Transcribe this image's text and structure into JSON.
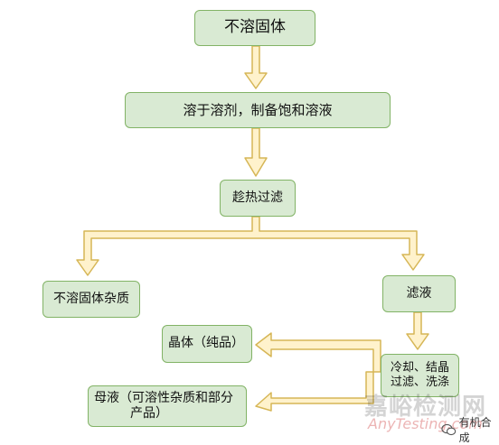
{
  "nodes": {
    "insoluble_solid": "不溶固体",
    "dissolve": "溶于溶剂，制备饱和溶液",
    "hot_filter": "趁热过滤",
    "insoluble_impurity": "不溶固体杂质",
    "filtrate": "滤液",
    "cool_line1": "冷却、结晶",
    "cool_line2": "过滤、洗涤",
    "crystal": "晶体（纯品）",
    "mother_line1": "母液（可溶性杂质和部分",
    "mother_line2": "产品）"
  },
  "watermark": {
    "site_cn": "嘉峪检测网",
    "site_en": "AnyTesting.com",
    "account": "有机合成",
    "account_icon": "wechat-icon"
  },
  "colors": {
    "node_fill": "#d9ead3",
    "node_border": "#82b366",
    "arrow_fill": "#fff2cc",
    "arrow_border": "#d6b656"
  }
}
